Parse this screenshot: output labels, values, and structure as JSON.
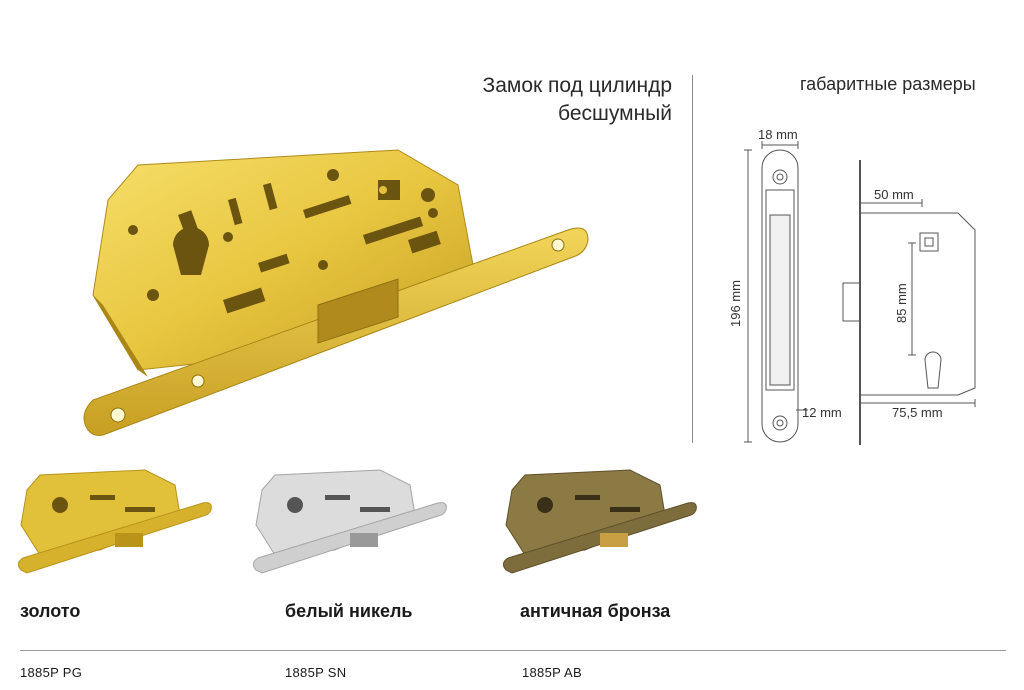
{
  "product": {
    "title_line1": "Замок под цилиндр",
    "title_line2": "бесшумный"
  },
  "dimensions": {
    "heading": "габаритные размеры",
    "faceplate_width": "18 mm",
    "faceplate_height": "196 mm",
    "bottom_offset": "12 mm",
    "backset": "50 mm",
    "center_distance": "85 mm",
    "body_width": "75,5 mm"
  },
  "variants": [
    {
      "finish": "золото",
      "code": "1885P PG",
      "color": "#e2c13a",
      "dark": "#b9931a"
    },
    {
      "finish": "белый никель",
      "code": "1885P SN",
      "color": "#dcdcdc",
      "dark": "#a5a5a5"
    },
    {
      "finish": "античная бронза",
      "code": "1885P AB",
      "color": "#8c7a45",
      "dark": "#5e5029"
    }
  ],
  "colors": {
    "gold": "#e2c13a",
    "line": "#555555"
  }
}
